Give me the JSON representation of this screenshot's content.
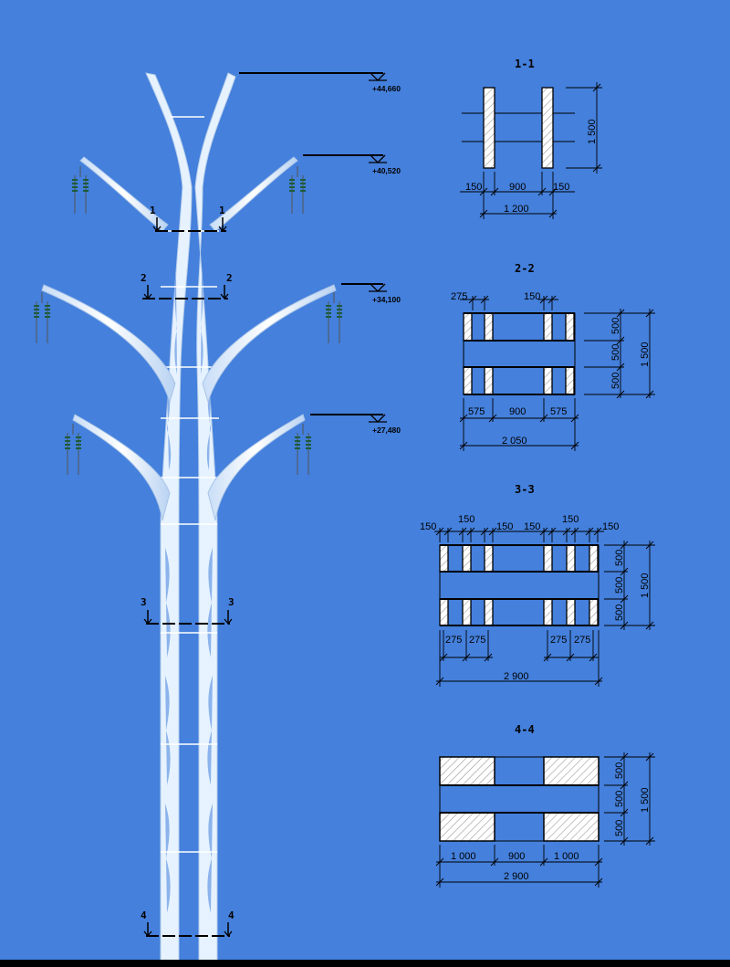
{
  "elevations": [
    "+44,660",
    "+40,520",
    "+34,100",
    "+27,480"
  ],
  "cut_marks": [
    "1",
    "2",
    "3",
    "4"
  ],
  "sections": [
    {
      "title": "1-1",
      "dims": [
        "150",
        "900",
        "150",
        "1 200",
        "1 500"
      ]
    },
    {
      "title": "2-2",
      "dims": [
        "275",
        "150",
        "575",
        "900",
        "575",
        "2 050",
        "500",
        "500",
        "500",
        "1 500"
      ]
    },
    {
      "title": "3-3",
      "dims": [
        "150",
        "150",
        "150",
        "150",
        "150",
        "150",
        "275",
        "275",
        "275",
        "275",
        "2 900",
        "500",
        "500",
        "500",
        "1 500"
      ]
    },
    {
      "title": "4-4",
      "dims": [
        "1 000",
        "900",
        "1 000",
        "2 900",
        "500",
        "500",
        "500",
        "1 500"
      ]
    }
  ],
  "colors": {
    "background": "#4480dc",
    "tower": "#e6f2ff",
    "insulator": "#1d5c3a"
  }
}
